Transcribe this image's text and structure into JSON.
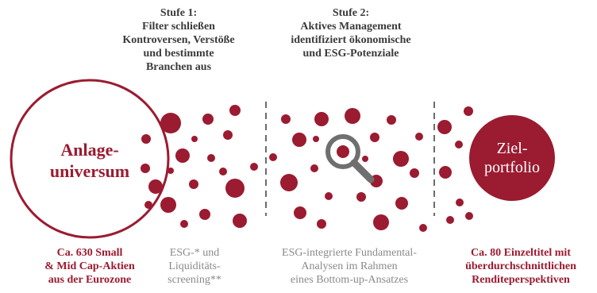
{
  "colors": {
    "accent": "#9b1b30",
    "gray_text": "#8a8a8a",
    "heading_text": "#3a3a3a",
    "divider": "#6b6b6b",
    "magnifier": "#6f6f6f"
  },
  "stage1": {
    "heading": [
      "Stufe 1:",
      "Filter schließen",
      "Kontroversen, Verstöße",
      "und bestimmte",
      "Branchen aus"
    ]
  },
  "stage2": {
    "heading": [
      "Stufe 2:",
      "Aktives Management",
      "identifiziert ökonomische",
      "und ESG-Potenziale"
    ]
  },
  "universe": {
    "label": [
      "Anlage-",
      "universum"
    ]
  },
  "target": {
    "label": [
      "Ziel-",
      "portfolio"
    ]
  },
  "bottom": {
    "universe_caption": [
      "Ca. 630 Small",
      "& Mid Cap-Aktien",
      "aus der Eurozone"
    ],
    "screening_caption": [
      "ESG-* und",
      "Liquiditäts-",
      "screening**"
    ],
    "analysis_caption": [
      "ESG-integrierte Fundamental-",
      "Analysen im Rahmen",
      "eines Bottom-up-Ansatzes"
    ],
    "portfolio_caption": [
      "Ca. 80 Einzeltitel mit",
      "überdurchschnittlichen",
      "Renditeperspektiven"
    ]
  },
  "icons": [
    "magnifier-icon"
  ]
}
